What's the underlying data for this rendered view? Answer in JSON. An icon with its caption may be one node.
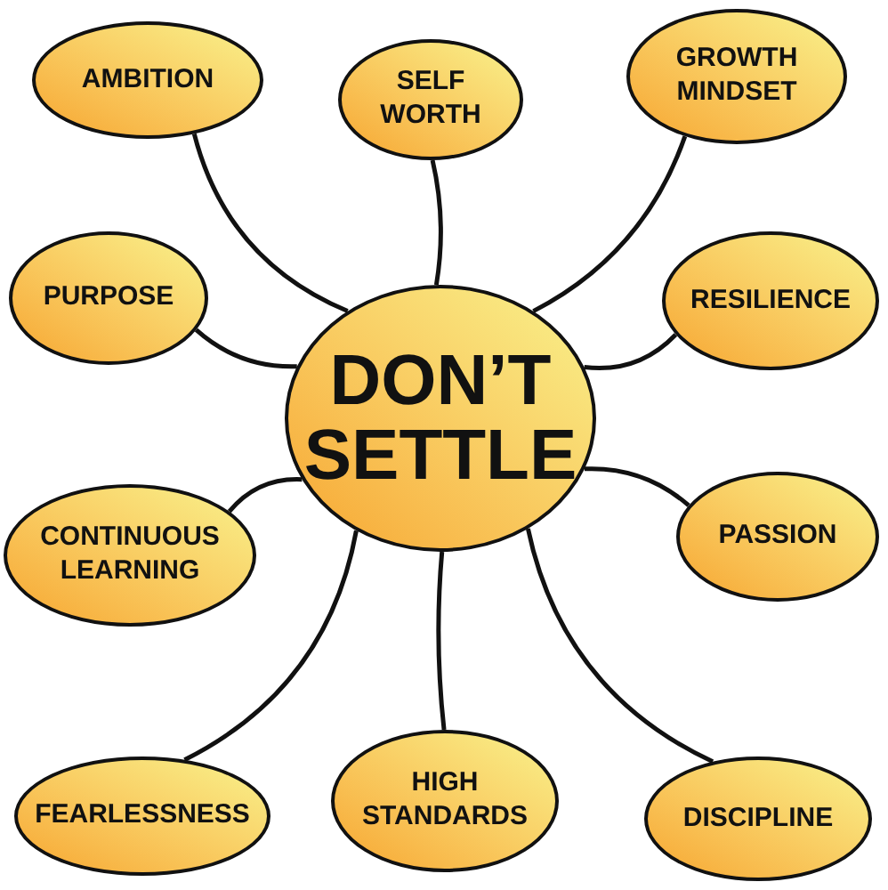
{
  "diagram": {
    "nodes": [
      {
        "text": [
          "DON’T SETTLE"
        ]
      },
      {
        "text": [
          "AMBITION"
        ]
      },
      {
        "text": [
          "SELF WORTH"
        ]
      },
      {
        "text": [
          "GROWTH MINDSET"
        ]
      },
      {
        "text": [
          "PURPOSE"
        ]
      },
      {
        "text": [
          "RESILIENCE"
        ]
      },
      {
        "text": [
          "CONTINUOUS LEARNING"
        ]
      },
      {
        "text": [
          "PASSION"
        ]
      },
      {
        "text": [
          "FEARLESSNESS"
        ]
      },
      {
        "text": [
          "HIGH STANDARDS"
        ]
      },
      {
        "text": [
          "DISCIPLINE"
        ]
      }
    ],
    "edges": [
      {
        "from": 0,
        "to": 1,
        "arrow": "none"
      },
      {
        "from": 0,
        "to": 2,
        "arrow": "none"
      },
      {
        "from": 0,
        "to": 3,
        "arrow": "none"
      },
      {
        "from": 0,
        "to": 4,
        "arrow": "none"
      },
      {
        "from": 0,
        "to": 5,
        "arrow": "none"
      },
      {
        "from": 0,
        "to": 6,
        "arrow": "none"
      },
      {
        "from": 0,
        "to": 7,
        "arrow": "none"
      },
      {
        "from": 0,
        "to": 8,
        "arrow": "none"
      },
      {
        "from": 0,
        "to": 9,
        "arrow": "none"
      },
      {
        "from": 0,
        "to": 10,
        "arrow": "none"
      }
    ]
  }
}
